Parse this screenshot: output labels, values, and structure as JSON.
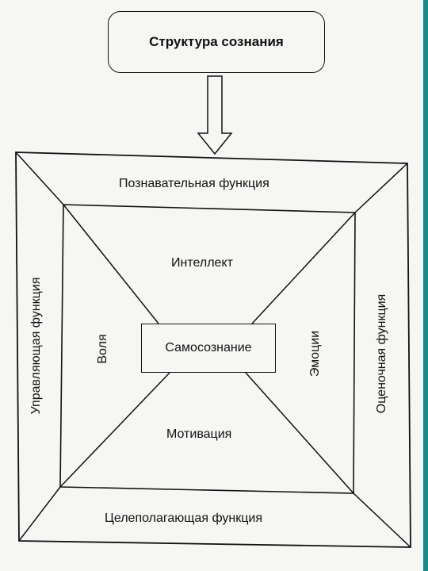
{
  "title": "Структура сознания",
  "outer": {
    "top": "Познавательная функция",
    "bottom": "Целеполагающая функция",
    "left": "Управляющая функция",
    "right": "Оценочная функция"
  },
  "inner": {
    "top": "Интеллект",
    "bottom": "Мотивация",
    "left": "Воля",
    "right": "Эмоции"
  },
  "center": "Самосознание"
}
